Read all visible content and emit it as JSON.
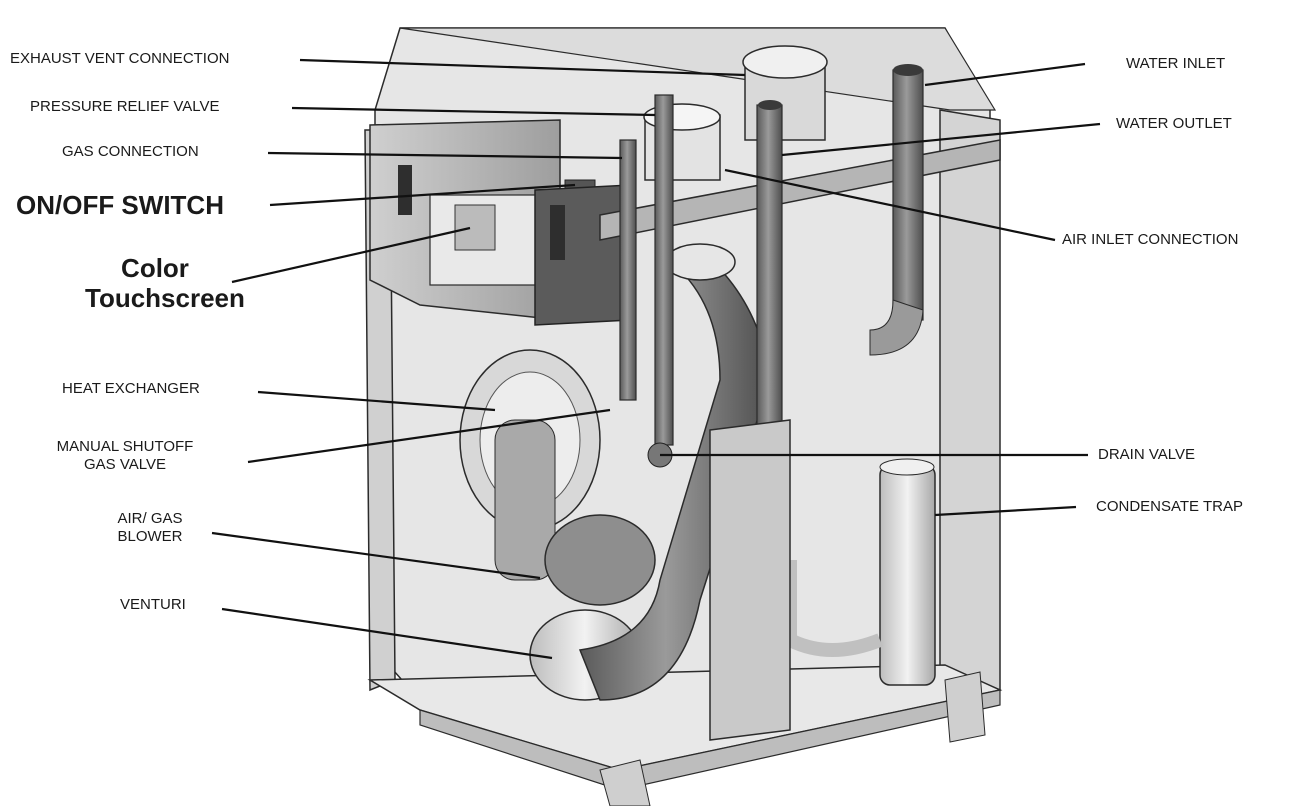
{
  "labels": {
    "exhaust_vent": "EXHAUST VENT CONNECTION",
    "pressure_relief": "PRESSURE RELIEF VALVE",
    "gas_connection": "GAS CONNECTION",
    "on_off_switch": "ON/OFF SWITCH",
    "color_touchscreen": [
      "Color",
      "Touchscreen"
    ],
    "heat_exchanger": "HEAT EXCHANGER",
    "manual_shutoff": [
      "MANUAL SHUTOFF",
      "GAS VALVE"
    ],
    "air_gas_blower": [
      "AIR/ GAS",
      "BLOWER"
    ],
    "venturi": "VENTURI",
    "water_inlet": "WATER INLET",
    "water_outlet": "WATER OUTLET",
    "air_inlet": "AIR INLET CONNECTION",
    "drain_valve": "DRAIN VALVE",
    "condensate_trap": "CONDENSATE TRAP"
  },
  "colors": {
    "frame": "#d9d9d9",
    "panel": "#c8c8c8",
    "dark": "#4a4a4a",
    "pipe": "#7a7a7a",
    "outline": "#2b2b2b",
    "leader": "#111111"
  }
}
